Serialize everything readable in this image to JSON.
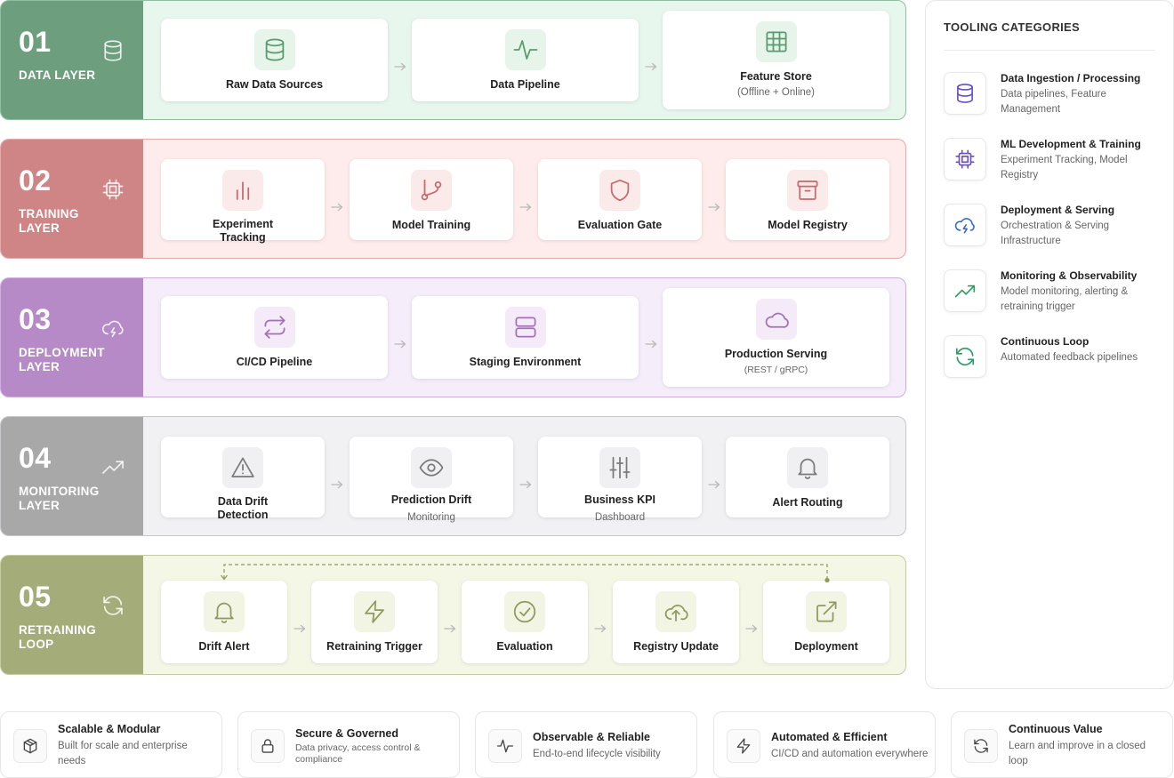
{
  "layers": [
    {
      "num": "01",
      "name": "DATA LAYER",
      "icon": "database-icon",
      "colors": {
        "head": "#6d9f7f",
        "body": "#e8f7ee",
        "border": "#8fbf9f",
        "icon_bg": "#e6f4ea",
        "stroke": "#5a9a6e"
      },
      "cards": [
        {
          "title": "Raw Data Sources",
          "sub": "",
          "icon": "database-icon"
        },
        {
          "title": "Data Pipeline",
          "sub": "",
          "icon": "activity-icon"
        },
        {
          "title": "Feature Store",
          "sub": "(Offline + Online)",
          "icon": "grid-icon"
        }
      ]
    },
    {
      "num": "02",
      "name": "TRAINING LAYER",
      "icon": "chip-icon",
      "colors": {
        "head": "#cf8585",
        "body": "#fdeceb",
        "border": "#e3aaaa",
        "icon_bg": "#fbeaea",
        "stroke": "#c46a6a"
      },
      "cards": [
        {
          "title": "Experiment Tracking",
          "sub": "",
          "icon": "bar-chart-icon"
        },
        {
          "title": "Model Training",
          "sub": "",
          "icon": "git-branch-icon"
        },
        {
          "title": "Evaluation Gate",
          "sub": "",
          "icon": "shield-icon"
        },
        {
          "title": "Model Registry",
          "sub": "",
          "icon": "archive-icon"
        }
      ]
    },
    {
      "num": "03",
      "name": "DEPLOYMENT LAYER",
      "icon": "cloud-lightning-icon",
      "colors": {
        "head": "#b58ac7",
        "body": "#f5edf9",
        "border": "#cfaede",
        "icon_bg": "#f4eaf8",
        "stroke": "#a272b8"
      },
      "cards": [
        {
          "title": "CI/CD Pipeline",
          "sub": "",
          "icon": "repeat-icon"
        },
        {
          "title": "Staging Environment",
          "sub": "",
          "icon": "server-icon"
        },
        {
          "title": "Production Serving",
          "sub": "(REST / gRPC)",
          "icon": "cloud-icon"
        }
      ]
    },
    {
      "num": "04",
      "name": "MONITORING LAYER",
      "icon": "trending-up-icon",
      "colors": {
        "head": "#a8a8a8",
        "body": "#f1f1f4",
        "border": "#c8c8cc",
        "icon_bg": "#f0f0f2",
        "stroke": "#7a7a7a"
      },
      "cards": [
        {
          "title": "Data Drift Detection",
          "sub": "",
          "icon": "alert-triangle-icon"
        },
        {
          "title": "Prediction Drift",
          "sub": "Monitoring",
          "icon": "eye-icon"
        },
        {
          "title": "Business KPI",
          "sub": "Dashboard",
          "icon": "sliders-icon"
        },
        {
          "title": "Alert Routing",
          "sub": "",
          "icon": "bell-icon"
        }
      ]
    },
    {
      "num": "05",
      "name": "RETRAINING LOOP",
      "icon": "refresh-icon",
      "colors": {
        "head": "#a4ad7a",
        "body": "#f4f6e6",
        "border": "#c4cba0",
        "icon_bg": "#f2f4e4",
        "stroke": "#8f9a5e"
      },
      "cards": [
        {
          "title": "Drift Alert",
          "sub": "",
          "icon": "bell-icon"
        },
        {
          "title": "Retraining Trigger",
          "sub": "",
          "icon": "zap-icon"
        },
        {
          "title": "Evaluation",
          "sub": "",
          "icon": "check-circle-icon"
        },
        {
          "title": "Registry Update",
          "sub": "",
          "icon": "upload-cloud-icon"
        },
        {
          "title": "Deployment",
          "sub": "",
          "icon": "external-link-icon"
        }
      ]
    }
  ],
  "sidebar": {
    "title": "TOOLING CATEGORIES",
    "items": [
      {
        "title": "Data Ingestion / Processing",
        "desc": "Data pipelines, Feature Management",
        "icon": "database-icon",
        "color": "#6a4fc2"
      },
      {
        "title": "ML Development & Training",
        "desc": "Experiment Tracking, Model Registry",
        "icon": "chip-icon",
        "color": "#6a4fc2"
      },
      {
        "title": "Deployment & Serving",
        "desc": "Orchestration & Serving Infrastructure",
        "icon": "cloud-lightning-icon",
        "color": "#3a6ad0"
      },
      {
        "title": "Monitoring & Observability",
        "desc": "Model monitoring, alerting & retraining trigger",
        "icon": "trending-up-icon",
        "color": "#2e9a64"
      },
      {
        "title": "Continuous Loop",
        "desc": "Automated feedback pipelines",
        "icon": "refresh-icon",
        "color": "#2e9a64"
      }
    ]
  },
  "features": [
    {
      "title": "Scalable & Modular",
      "desc": "Built for scale and enterprise needs",
      "icon": "box-icon"
    },
    {
      "title": "Secure & Governed",
      "desc": "Data privacy, access control & compliance",
      "icon": "lock-icon"
    },
    {
      "title": "Observable & Reliable",
      "desc": "End-to-end lifecycle visibility",
      "icon": "activity-icon"
    },
    {
      "title": "Automated & Efficient",
      "desc": "CI/CD and automation everywhere",
      "icon": "zap-icon"
    },
    {
      "title": "Continuous Value",
      "desc": "Learn and improve in a closed loop",
      "icon": "refresh-icon"
    }
  ]
}
